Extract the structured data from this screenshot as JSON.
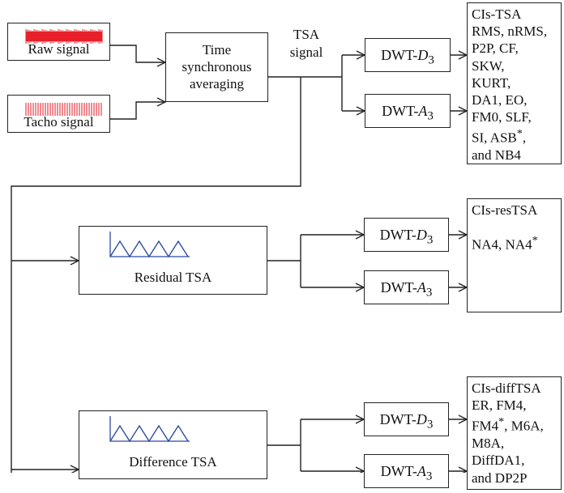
{
  "inputs": {
    "raw_label": "Raw signal",
    "tacho_label": "Tacho signal"
  },
  "tsa_block": {
    "line1": "Time",
    "line2": "synchronous",
    "line3": "averaging"
  },
  "tsa_signal": {
    "line1": "TSA",
    "line2": "signal"
  },
  "residual_label": "Residual TSA",
  "difference_label": "Difference TSA",
  "dwt": {
    "prefix": "DWT-",
    "d3_letter": "D",
    "a3_letter": "A",
    "subscript": "3"
  },
  "ci_tsa": {
    "lines": [
      "CIs-TSA",
      "RMS, nRMS,",
      "P2P, CF,",
      "SKW,",
      "KURT,",
      "DA1, EO,",
      "FM0, SLF,",
      "SI, ASB",
      "and NB4"
    ],
    "asb_star": "*",
    "asb_after": ","
  },
  "ci_restsa": {
    "title": "CIs-resTSA",
    "body": "NA4, NA4",
    "star": "*"
  },
  "ci_difftsa": {
    "title": "CIs-diffTSA",
    "line1": "ER, FM4,",
    "line2_a": "FM4",
    "line2_star": "*",
    "line2_b": ", M6A,",
    "line3": "M8A,",
    "line4": "DiffDA1,",
    "line5": "and DP2P"
  },
  "colors": {
    "raw_signal": "#e8202a",
    "tacho_signal": "#f08a90",
    "triangle_wave": "#2b4aa0",
    "lines": "#222222"
  }
}
